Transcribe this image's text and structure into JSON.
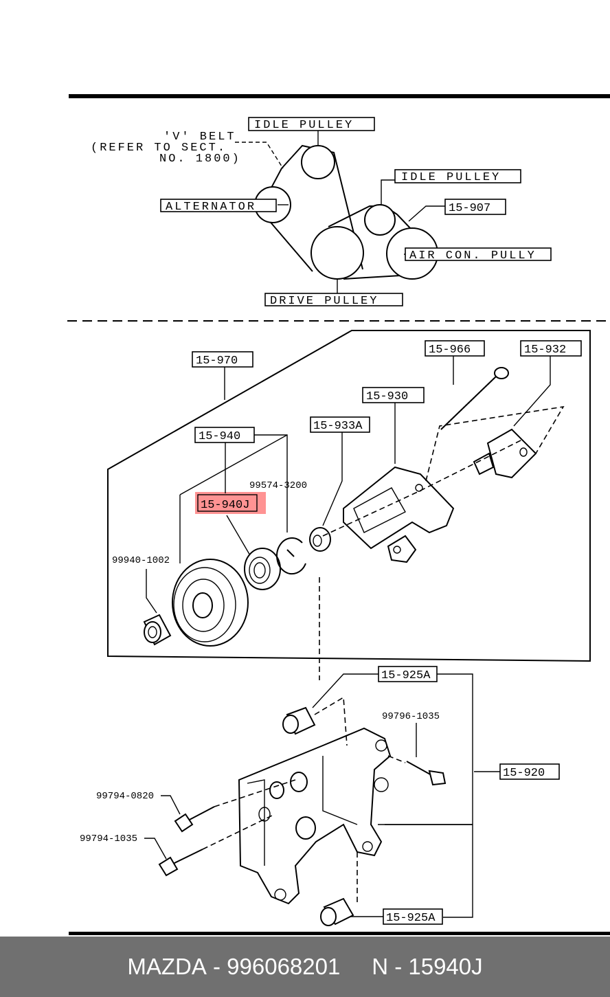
{
  "belt_diagram": {
    "idle_pulley_top": "IDLE PULLEY",
    "v_belt_line1": "'V' BELT",
    "v_belt_line2": "(REFER TO SECT.",
    "v_belt_line3": "NO. 1800)",
    "alternator": "ALTERNATOR",
    "idle_pulley_right": "IDLE PULLEY",
    "ref_15_907": "15-907",
    "air_con_pully": "AIR CON. PULLY",
    "drive_pulley": "DRIVE PULLEY"
  },
  "parts_diagram": {
    "p15_970": "15-970",
    "p15_966": "15-966",
    "p15_932": "15-932",
    "p15_930": "15-930",
    "p15_933a": "15-933A",
    "p15_940": "15-940",
    "p99574_3200": "99574-3200",
    "p15_940j": "15-940J",
    "p99940_1002": "99940-1002",
    "p15_925a_top": "15-925A",
    "p99796_1035": "99796-1035",
    "p15_920": "15-920",
    "p99794_0820": "99794-0820",
    "p99794_1035": "99794-1035",
    "p15_925a_bottom": "15-925A"
  },
  "highlight_color": "#ff8080",
  "footer": {
    "brand": "MAZDA",
    "separator": " - ",
    "part_number": "996068201",
    "gap": "     ",
    "ref": "N - 15940J"
  }
}
